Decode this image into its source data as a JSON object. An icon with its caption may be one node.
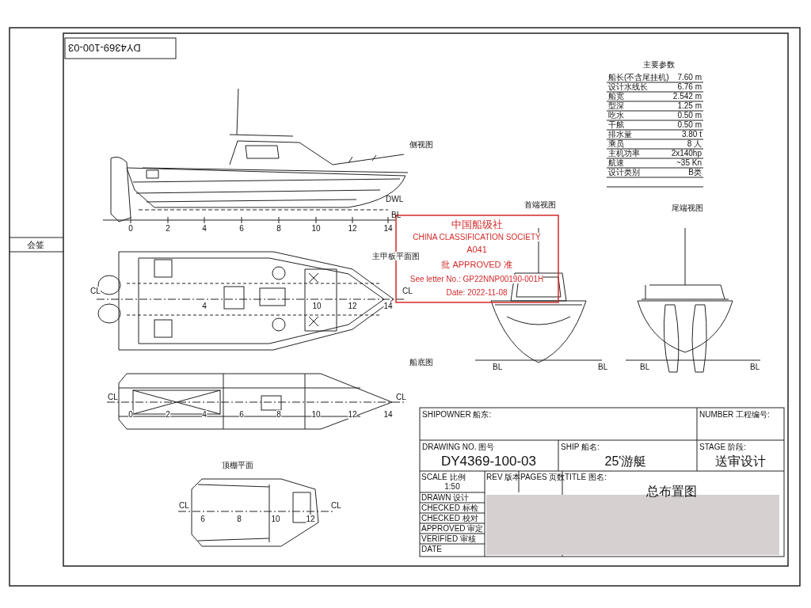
{
  "diagram": {
    "labels": [
      "DY4369-100-03",
      "会签",
      "侧视图",
      "主甲板平面图",
      "船底图",
      "顶棚平面",
      "首端视图",
      "尾端视图",
      "主要参数",
      "船长(不含尾挂机)",
      "7.60 m",
      "设计水线长",
      "6.76 m",
      "船宽",
      "2.542 m",
      "型深",
      "1.25 m",
      "吃水",
      "0.50 m",
      "干舷",
      "0.50 m",
      "排水量",
      "3.80 t",
      "乘员",
      "8 人",
      "主机功率",
      "2x140hp",
      "航速",
      "~35 Kn",
      "设计类别",
      "B类",
      "0",
      "2",
      "4",
      "6",
      "8",
      "10",
      "12",
      "14",
      "DWL",
      "BL",
      "CL",
      "4",
      "10",
      "12",
      "14",
      "CL",
      "CL",
      "0",
      "2",
      "4",
      "6",
      "8",
      "10",
      "12",
      "14",
      "CL",
      "CL",
      "6",
      "8",
      "10",
      "12",
      "CL",
      "BL",
      "BL",
      "BL",
      "BL",
      "中国船级社",
      "CHINA CLASSIFICATION SOCIETY",
      "A041",
      "批 APPROVED 准",
      "See letter No.: GP22NNP00190-001H",
      "Date: 2022-11-08",
      "SHIPOWNER 船东:",
      "NUMBER 工程编号:",
      "DRAWING NO. 图号",
      "DY4369-100-03",
      "SHIP 船名:",
      "25'游艇",
      "STAGE 阶段:",
      "送审设计",
      "SCALE 比例",
      "REV 版本",
      "PAGES 页数",
      "TITLE 图名:",
      "1:50",
      "总布置图",
      "DRAWN 设计",
      "CHECKED 标检",
      "CHECKED 校对",
      "APPROVED 审定",
      "VERIFIED 审核",
      "DATE"
    ]
  }
}
